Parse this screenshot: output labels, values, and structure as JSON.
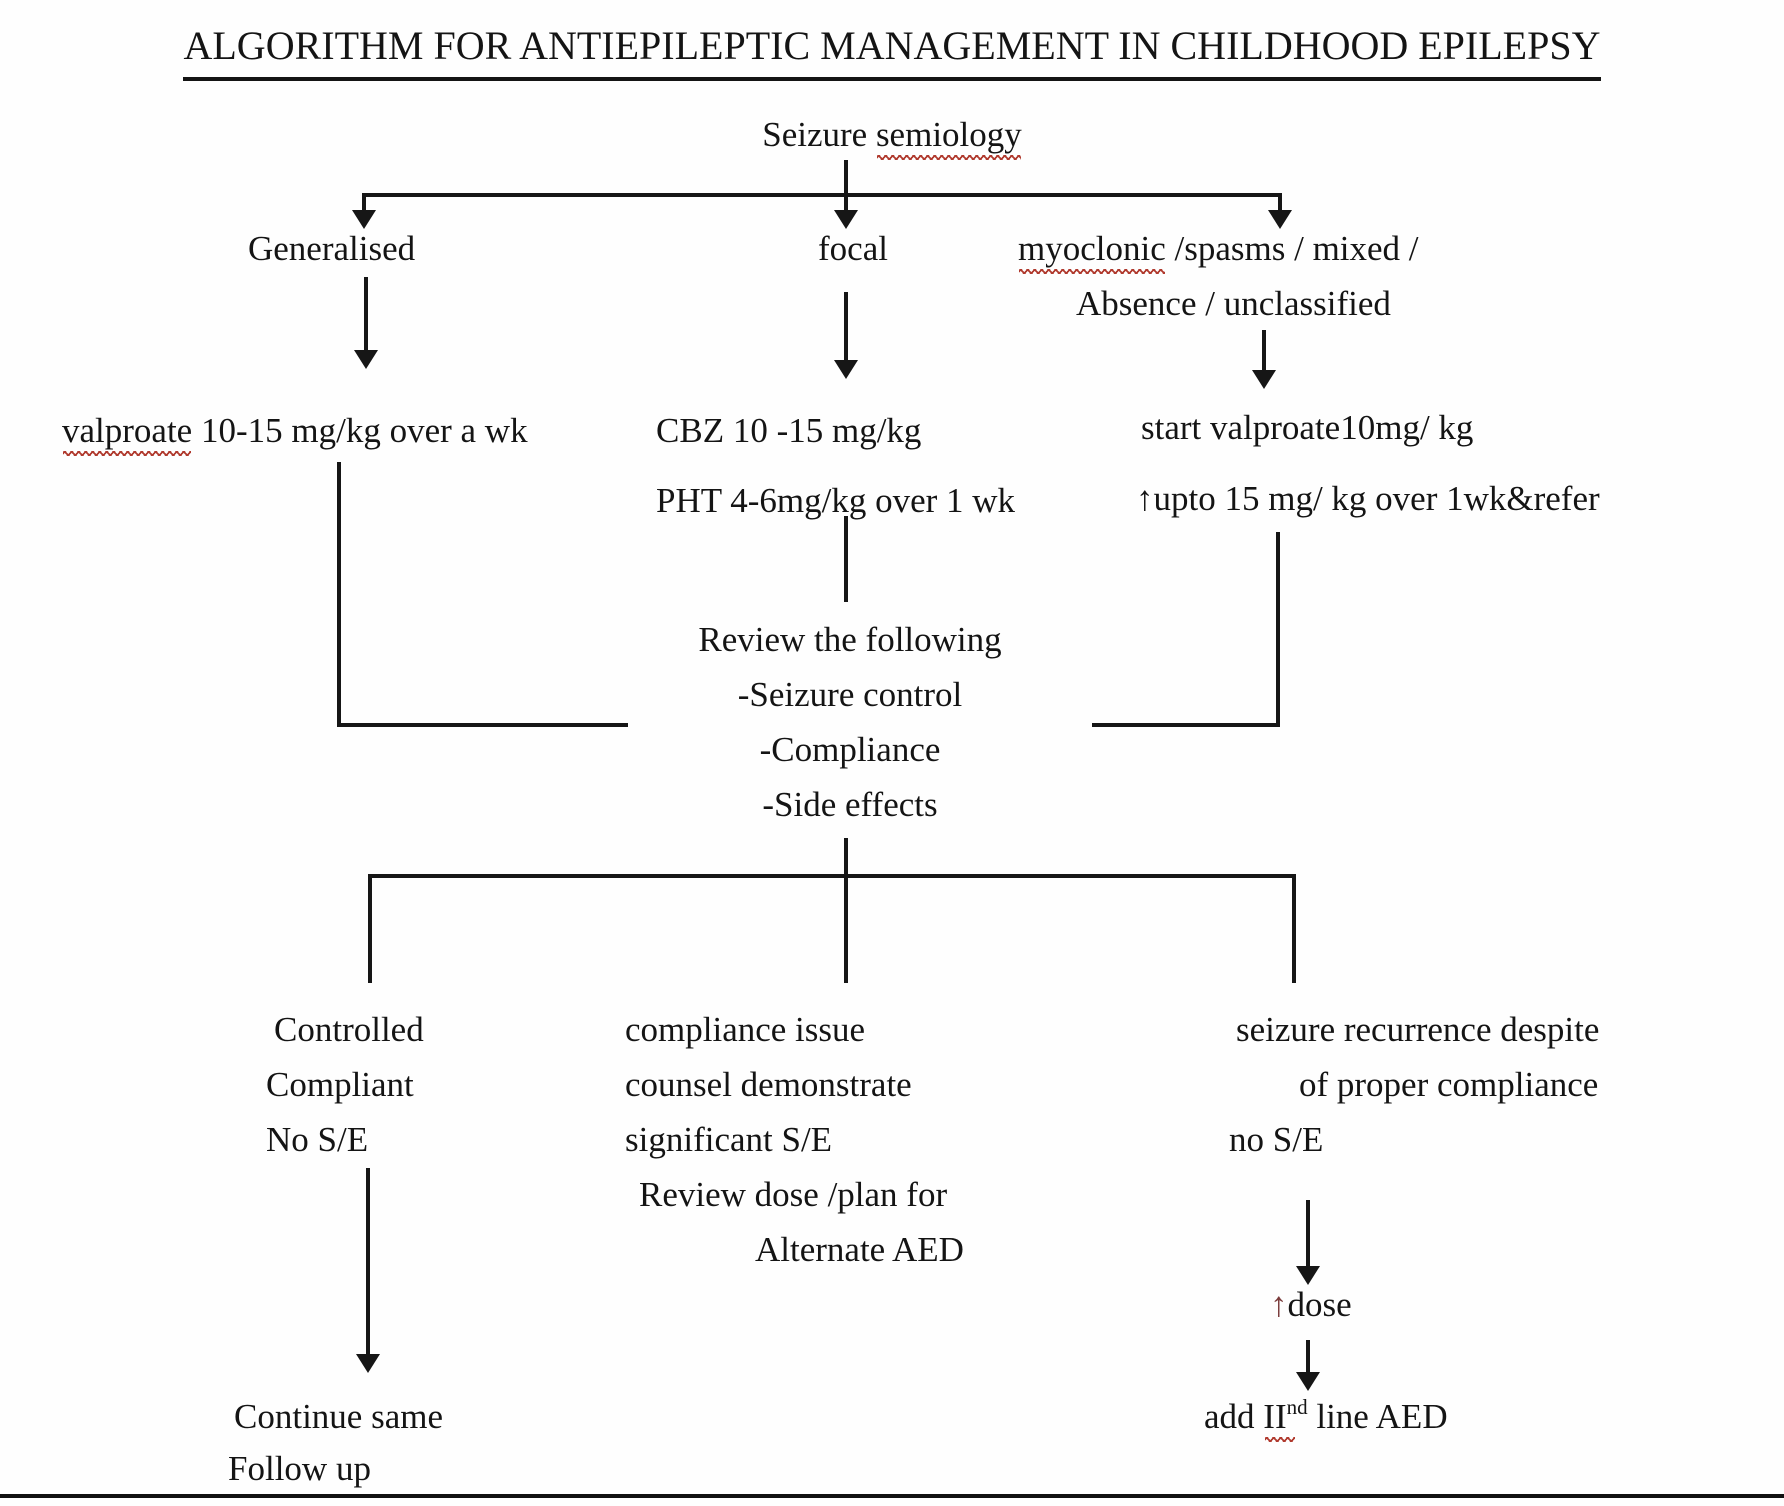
{
  "title": "ALGORITHM FOR ANTIEPILEPTIC MANAGEMENT IN CHILDHOOD EPILEPSY",
  "root": {
    "label_prefix": "Seizure ",
    "label_misspelled": "semiology"
  },
  "branches": {
    "generalised": {
      "label": "Generalised",
      "treatment_word_misspelled": "valproate",
      "treatment_rest": " 10-15 mg/kg over a wk"
    },
    "focal": {
      "label": "focal",
      "treatment_line1": "CBZ 10 -15 mg/kg",
      "treatment_line2": "PHT 4-6mg/kg over 1 wk"
    },
    "myoclonic": {
      "label_line1_misspelled": "myoclonic",
      "label_line1_rest": " /spasms / mixed /",
      "label_line2": "Absence / unclassified",
      "treatment_line1": "start valproate10mg/ kg",
      "treatment_line2": "↑upto 15 mg/ kg over 1wk&refer"
    }
  },
  "review": {
    "heading": "Review the following",
    "items": [
      "-Seizure control",
      "-Compliance",
      "-Side effects"
    ]
  },
  "outcomes": {
    "controlled": {
      "line1": "Controlled",
      "line2": "Compliant",
      "line3": "No S/E",
      "action_line1": "Continue same",
      "action_line2": "Follow up"
    },
    "compliance_issue": {
      "line1": "compliance issue",
      "line2": "counsel demonstrate",
      "line3": "significant S/E",
      "line4": "Review dose /plan for",
      "line5": "Alternate AED"
    },
    "recurrence": {
      "line1": "seizure recurrence despite",
      "line2": "of proper compliance",
      "line3": "no S/E",
      "action1_arrow": "↑",
      "action1_label": "dose",
      "action2_prefix": "add ",
      "action2_roman": "II",
      "action2_sup": "nd",
      "action2_suffix": " line AED"
    }
  },
  "colors": {
    "text_color": "#141414",
    "line_color": "#161616",
    "squiggle_color": "#b03a2e",
    "uparrow_color": "#7a3b3b"
  }
}
